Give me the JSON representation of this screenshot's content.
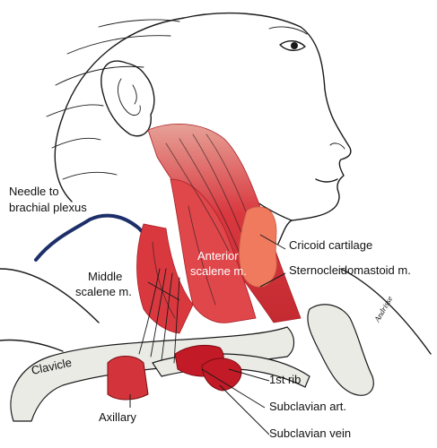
{
  "labels": {
    "needle_line1": "Needle to",
    "needle_line2": "brachial plexus",
    "cricoid": "Cricoid cartilage",
    "sternocleidomastoid": "Sternocleidomastoid m.",
    "anterior_line1": "Anterior",
    "anterior_line2": "scalene m.",
    "middle_line1": "Middle",
    "middle_line2": "scalene m.",
    "clavicle": "Clavicle",
    "first_rib": "1st rib",
    "subclavian_art": "Subclavian art.",
    "axillary": "Axillary",
    "subclavian_vein": "Subclavian vein"
  },
  "signature": "Andrisse",
  "colors": {
    "muscle": "#d9383f",
    "muscle_dark": "#a81f26",
    "cartilage": "#ef7a5e",
    "bone": "#ebebe6",
    "needle_tube": "#1d2f6a",
    "vessel": "#c21a26"
  }
}
